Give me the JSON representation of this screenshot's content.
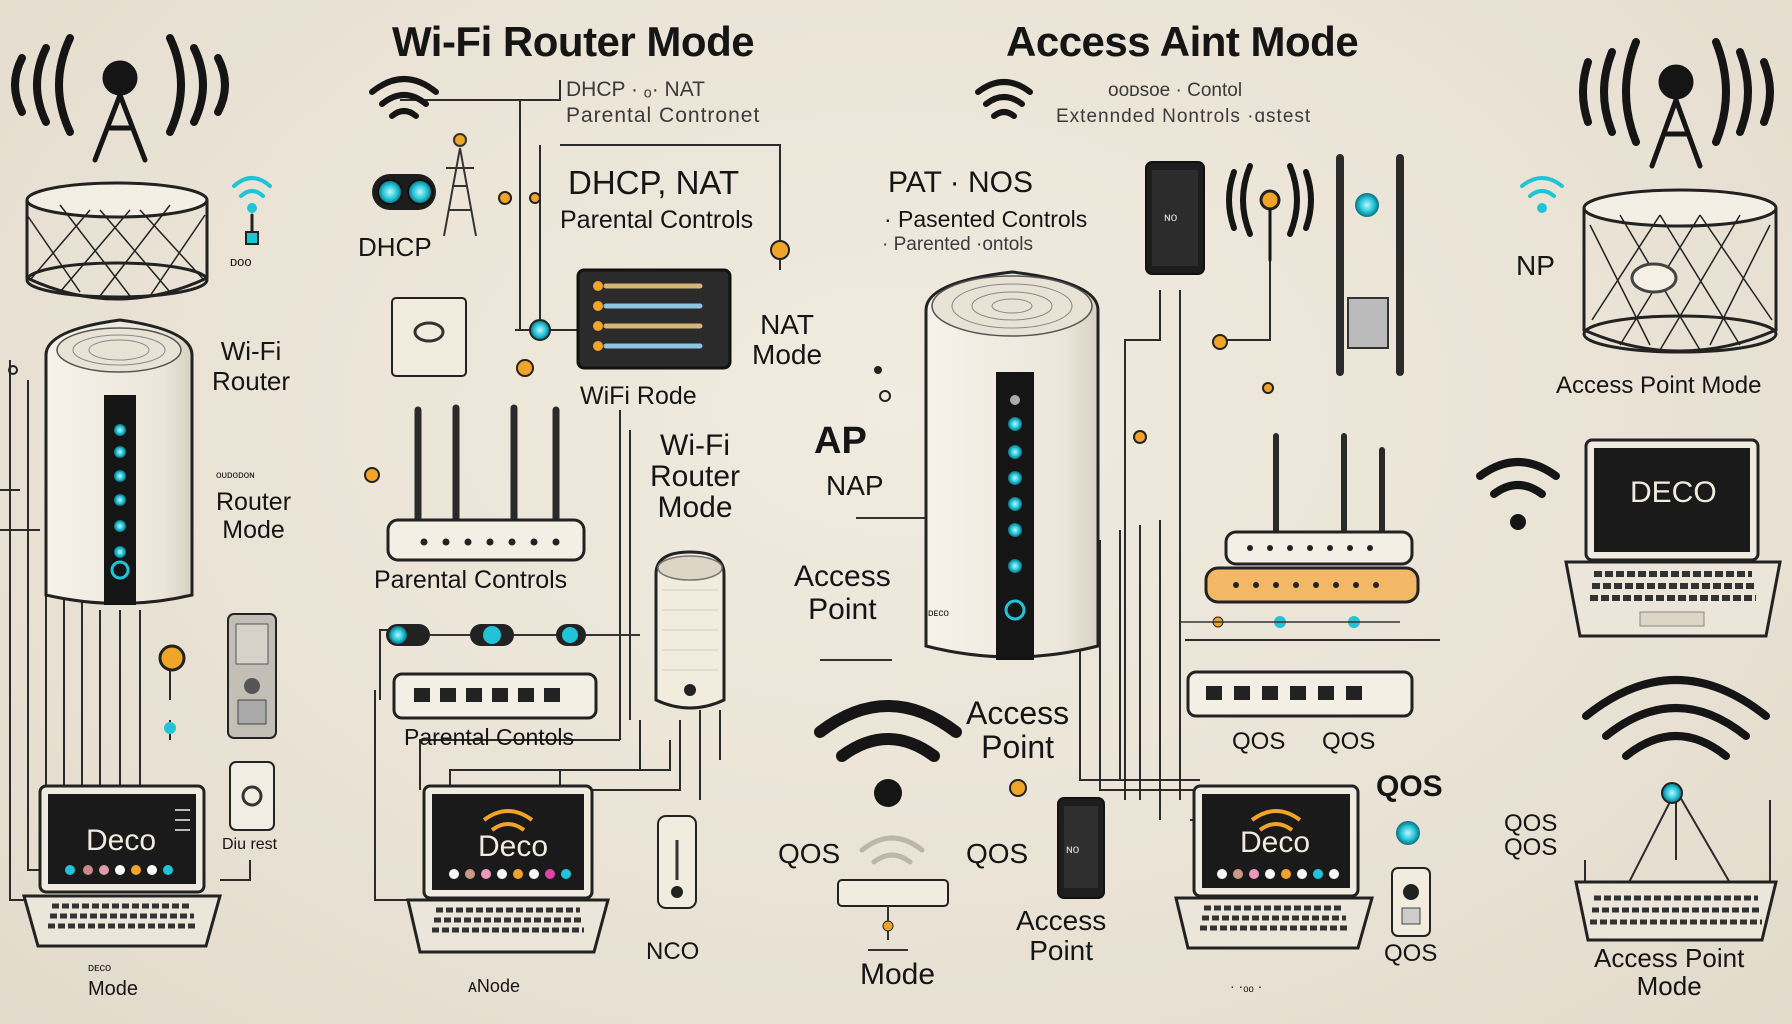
{
  "titles": {
    "router_mode": "Wi-Fi Router Mode",
    "ap_mode": "Access Aint Mode"
  },
  "header_left": {
    "line1": "DHCP · ₒ· NAT",
    "line2": "Parental Contronet"
  },
  "header_right": {
    "line1": "ooᴅsoe · Contol",
    "line2": "Extennded Nontrols ·ɑstest"
  },
  "labels": {
    "poo": "ᴅoo",
    "wifi_router": "Wi-Fi\nRouter",
    "tiny_router": "ᴏᴜᴅᴏᴅᴏɴ",
    "router_mode": "Router\nMode",
    "dhcp": "DHCP",
    "dhcp_nat": "DHCP, NAT",
    "parental_controls_a": "Parental Controls",
    "nat_mode": "NAT\nMode",
    "wifi_rode": "WiFi  Rode",
    "wifi_router_mode": "Wi-Fi\nRouter\nMode",
    "parental_controls_b": "Parental Controls",
    "parental_controls_c": "Parental Contols",
    "ap": "AP",
    "nap": "NAP",
    "access_point_a": "Access\nPoint",
    "access_point_b": "Access\nPoint",
    "access_point_c": "Access\nPoint",
    "pat_nos": "PAT  ·  NOS",
    "pasented_controls": "· Pasented Controls",
    "parented_rontols": "· Parented  ·ontols",
    "np": "NP",
    "access_point_mode_a": "Access Point Mode",
    "access_point_mode_b": "Access Point\nMode",
    "qos_a": "QOS",
    "qos_b": "QOS",
    "qos_c": "QOS",
    "qos_d": "QOS",
    "qos_e": "QOS",
    "qos_f": "QOS\nQOS",
    "qos_g": "QOS",
    "mode_a": "Mode",
    "mode_b": "Mode",
    "anode": "ᴀNode",
    "nco": "NCO",
    "diu_rest": "Diu rest",
    "deco_a": "Deco",
    "deco_b": "Deco",
    "deco_c": "Deco",
    "deco_d": "DECO",
    "dev_label_a": "ᴅᴇᴄᴏ",
    "dev_label_b": "ᴅᴇᴄᴏ",
    "tower_badge": "ɴᴏ",
    "mode_footer": "· ·ₒₒ ·"
  },
  "colors": {
    "background": "#ece5d8",
    "ink": "#151515",
    "accent_cyan": "#21c4d6",
    "accent_orange": "#f0a528",
    "device_white": "#f4efe4",
    "device_dark": "#1e1e1e"
  }
}
